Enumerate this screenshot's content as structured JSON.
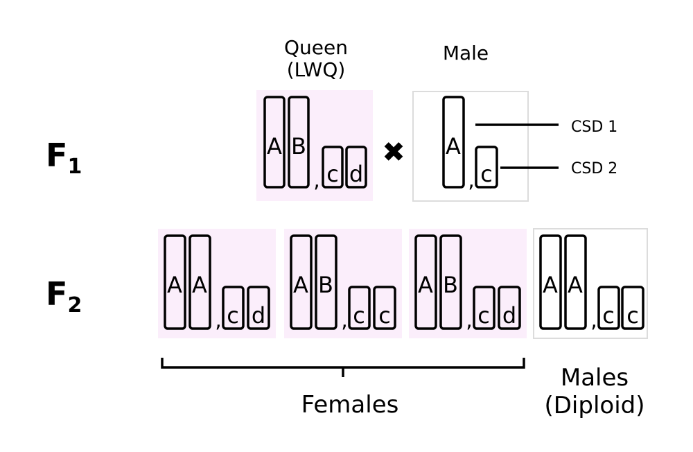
{
  "generation_labels": {
    "f1": "F",
    "f1_sub": "1",
    "f2": "F",
    "f2_sub": "2"
  },
  "f1": {
    "queen_title_line1": "Queen",
    "queen_title_line2": "(LWQ)",
    "male_title": "Male",
    "cross_symbol": "✖",
    "queen_alleles": {
      "tall": [
        "A",
        "B"
      ],
      "comma": ",",
      "short": [
        "c",
        "d"
      ]
    },
    "male_alleles": {
      "tall": [
        "A"
      ],
      "comma": ",",
      "short": [
        "c"
      ]
    },
    "loci": {
      "csd1": "CSD 1",
      "csd2": "CSD 2"
    }
  },
  "f2": {
    "boxes": [
      {
        "tall": [
          "A",
          "A"
        ],
        "comma": ",",
        "short": [
          "c",
          "d"
        ],
        "sex": "female"
      },
      {
        "tall": [
          "A",
          "B"
        ],
        "comma": ",",
        "short": [
          "c",
          "c"
        ],
        "sex": "female"
      },
      {
        "tall": [
          "A",
          "B"
        ],
        "comma": ",",
        "short": [
          "c",
          "d"
        ],
        "sex": "female"
      },
      {
        "tall": [
          "A",
          "A"
        ],
        "comma": ",",
        "short": [
          "c",
          "c"
        ],
        "sex": "male"
      }
    ],
    "females_label": "Females",
    "males_label_line1": "Males",
    "males_label_line2": "(Diploid)"
  },
  "colors": {
    "female_bg": "#fbeefb",
    "male_bg": "#ffffff",
    "box_border": "#dcdcdc",
    "stroke": "#000000"
  }
}
